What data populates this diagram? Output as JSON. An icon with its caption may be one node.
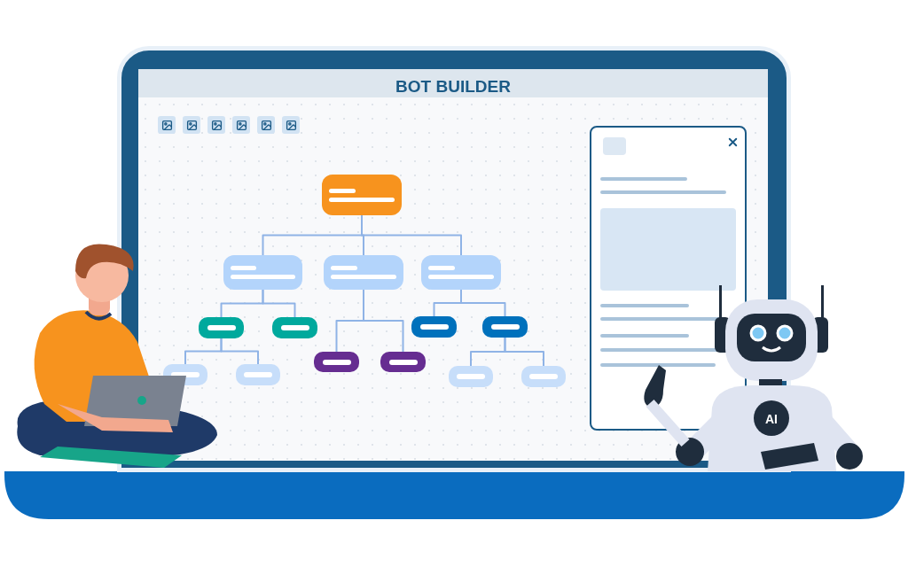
{
  "diagram": {
    "title": "BOT BUILDER",
    "nodes": [
      {
        "text": [],
        "shape": "box"
      },
      {
        "text": [],
        "shape": "box"
      },
      {
        "text": [],
        "shape": "box"
      },
      {
        "text": [],
        "shape": "box"
      },
      {
        "text": [],
        "shape": "box"
      },
      {
        "text": [],
        "shape": "box"
      },
      {
        "text": [],
        "shape": "box"
      },
      {
        "text": [],
        "shape": "box"
      },
      {
        "text": [],
        "shape": "box"
      },
      {
        "text": [],
        "shape": "box"
      },
      {
        "text": [],
        "shape": "box"
      },
      {
        "text": [],
        "shape": "box"
      },
      {
        "text": [],
        "shape": "box"
      },
      {
        "text": [],
        "shape": "box"
      }
    ],
    "edges": [
      {
        "from": 0,
        "to": 1,
        "arrow": "none"
      },
      {
        "from": 0,
        "to": 2,
        "arrow": "none"
      },
      {
        "from": 0,
        "to": 3,
        "arrow": "none"
      },
      {
        "from": 1,
        "to": 4,
        "arrow": "none"
      },
      {
        "from": 1,
        "to": 5,
        "arrow": "none"
      },
      {
        "from": 2,
        "to": 6,
        "arrow": "none"
      },
      {
        "from": 2,
        "to": 7,
        "arrow": "none"
      },
      {
        "from": 3,
        "to": 8,
        "arrow": "none"
      },
      {
        "from": 3,
        "to": 9,
        "arrow": "none"
      },
      {
        "from": 4,
        "to": 10,
        "arrow": "none"
      },
      {
        "from": 4,
        "to": 11,
        "arrow": "none"
      },
      {
        "from": 9,
        "to": 12,
        "arrow": "none"
      },
      {
        "from": 9,
        "to": 13,
        "arrow": "none"
      }
    ],
    "labels": [
      "AI"
    ]
  }
}
